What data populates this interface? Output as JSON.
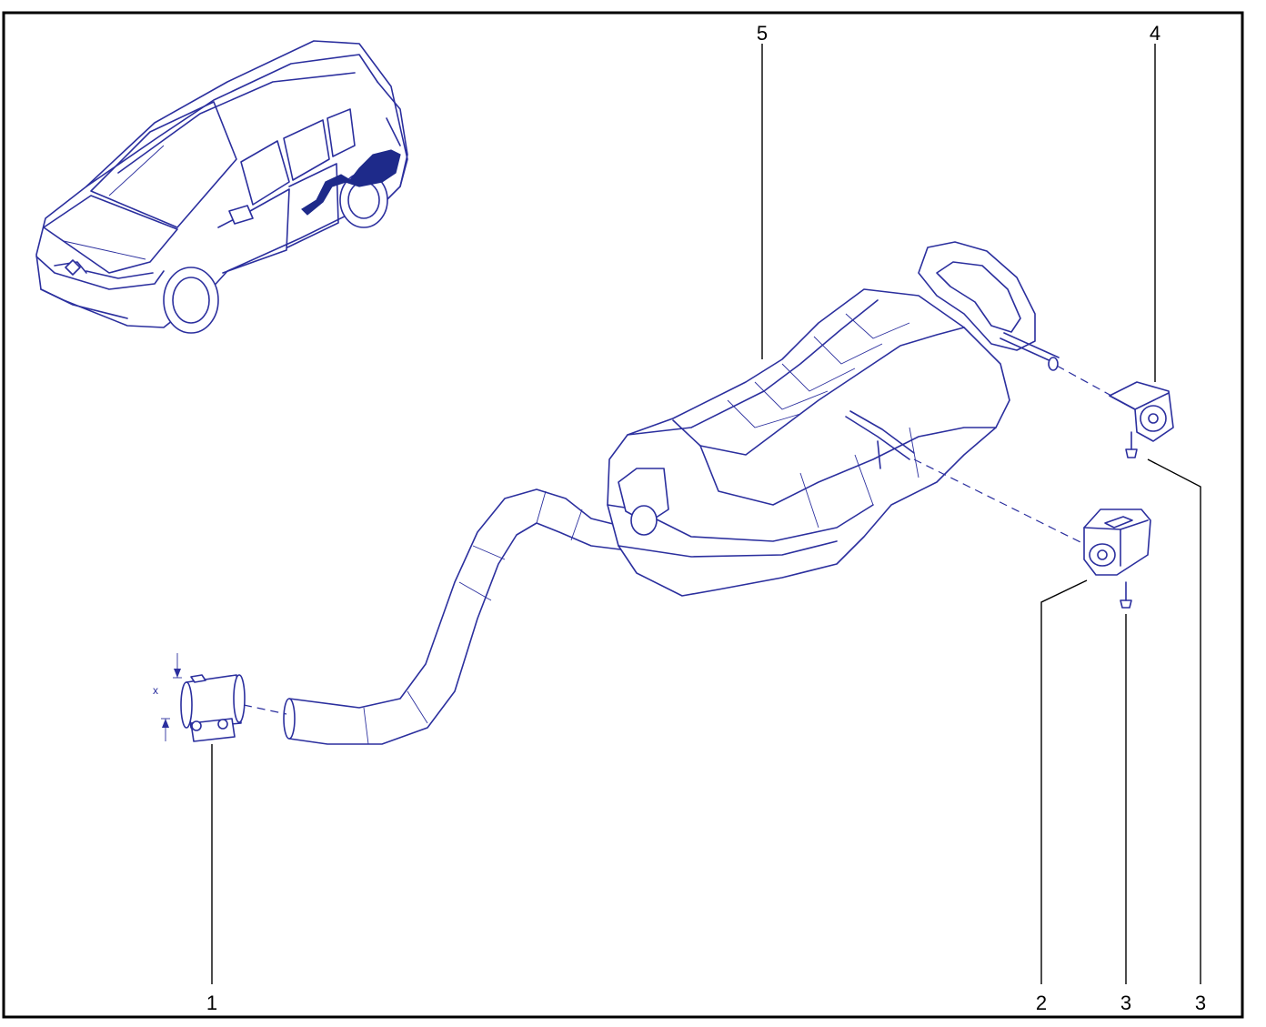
{
  "callouts": {
    "c1": "1",
    "c2": "2",
    "c3a": "3",
    "c3b": "3",
    "c4": "4",
    "c5": "5"
  },
  "dimension_label": "x",
  "colors": {
    "line": "#2b2f9e",
    "highlight": "#1e2a8a",
    "frame": "#000000"
  }
}
